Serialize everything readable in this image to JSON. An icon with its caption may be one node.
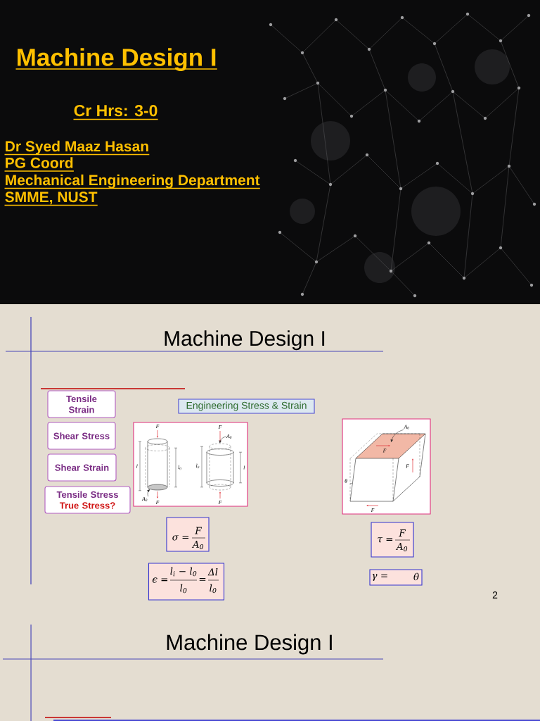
{
  "diagram": {
    "nodes": [
      {
        "text": [
          "Tensile Strain"
        ]
      },
      {
        "text": [
          "Shear Stress"
        ]
      },
      {
        "text": [
          "Shear Strain"
        ]
      },
      {
        "text": [
          "Tensile Stress",
          "True Stress?"
        ]
      },
      {
        "text": [
          "Engineering Stress & Strain"
        ]
      },
      {
        "text": [],
        "shape": "picture"
      },
      {
        "text": [
          "A$_{0}$"
        ],
        "in": 5
      },
      {
        "text": [],
        "shape": "ellipse",
        "in": 5
      },
      {
        "text": [],
        "shape": "ellipse",
        "in": 5
      },
      {
        "text": [
          "A$_{0}$"
        ],
        "in": 5
      },
      {
        "text": [],
        "shape": "picture"
      },
      {
        "text": [
          "A$_{0}$"
        ],
        "in": 10
      },
      {
        "text": [],
        "shape": "parallelogram",
        "in": 10
      },
      {
        "text": [
          "σ =",
          "F",
          "A$_{0}$"
        ]
      },
      {
        "text": [
          "τ =",
          "F",
          "A$_{0}$"
        ]
      },
      {
        "text": [
          "ϵ =",
          "l$_{i}$ − l$_{0}$",
          "l$_{0}$",
          "=",
          "Δl",
          "l$_{0}$"
        ]
      },
      {
        "text": [
          "γ =",
          "θ"
        ]
      }
    ],
    "edges": [
      {
        "from": 6,
        "to": 7,
        "arrow": "to"
      },
      {
        "from": 9,
        "to": 8,
        "arrow": "to"
      },
      {
        "from": 11,
        "to": 12,
        "arrow": "to"
      }
    ],
    "labels": [
      "Machine Design I",
      "Cr Hrs: 3-0",
      "Dr Syed Maaz Hasan",
      "PG Coord",
      "Mechanical Engineering Department",
      "SMME, NUST",
      "Machine Design I",
      "F",
      "l",
      "l$_{0}$",
      "F",
      "F",
      "l$_{0}$",
      "l",
      "F",
      "F",
      "F",
      "θ",
      "F",
      "2",
      "Machine Design I"
    ]
  }
}
